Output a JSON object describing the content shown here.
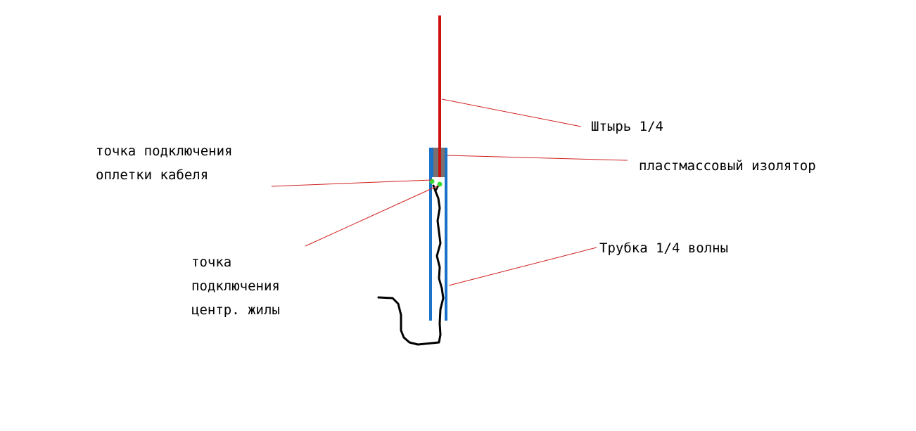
{
  "labels": {
    "rod": "Штырь 1/4",
    "insulator": "пластмассовый изолятор",
    "tube": "Трубка 1/4 волны",
    "braid": [
      "точка подключения",
      "оплетки кабеля"
    ],
    "core": [
      "точка",
      "подключения",
      "центр. жилы"
    ]
  },
  "colors": {
    "rod": "#cc1111",
    "leader": "#d02020",
    "insulator": "#7a7070",
    "tube": "#1a72c8",
    "cable": "#000000",
    "connection_point": "#33dd33",
    "text": "#000000"
  }
}
